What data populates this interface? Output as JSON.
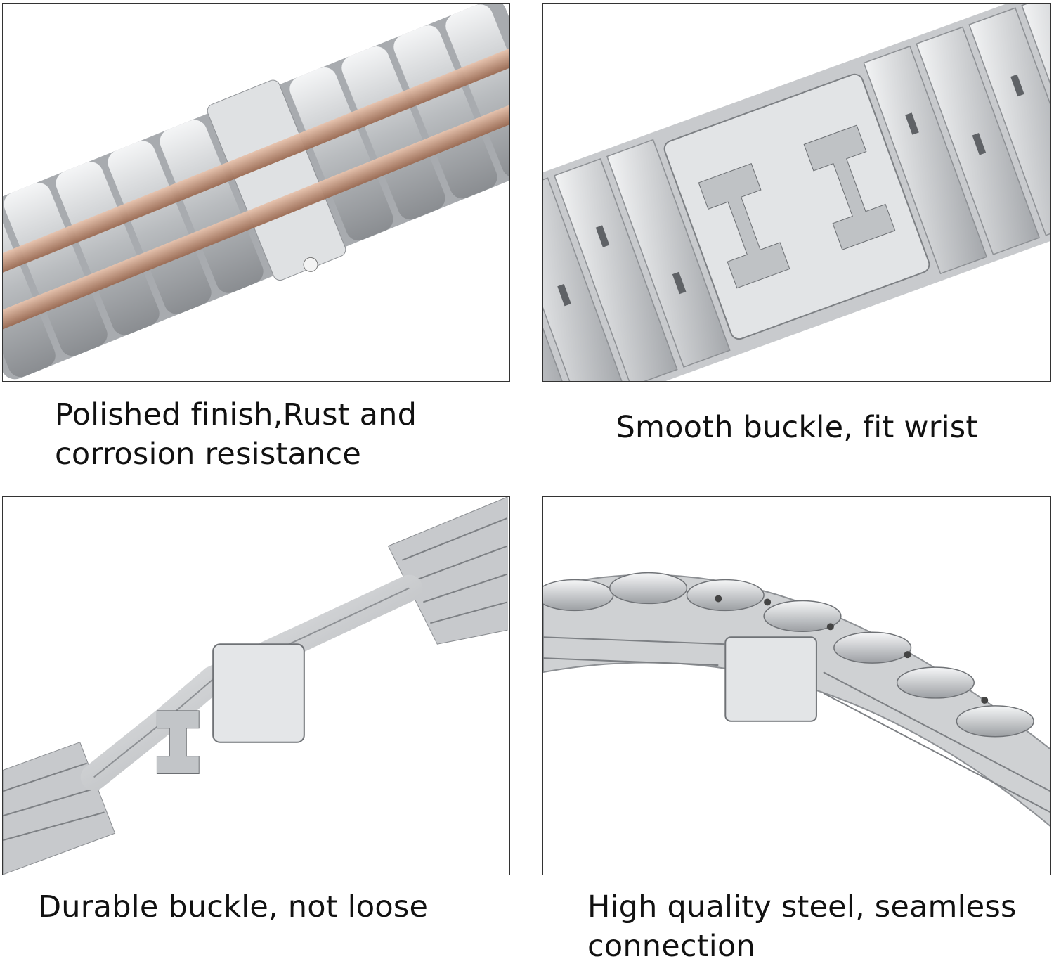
{
  "panels": [
    {
      "id": "polished-finish",
      "photo": "two-tone-bracelet-photo",
      "caption": "Polished finish,Rust and corrosion resistance"
    },
    {
      "id": "smooth-buckle",
      "photo": "butterfly-clasp-top-photo",
      "caption": "Smooth buckle, fit wrist"
    },
    {
      "id": "durable-buckle",
      "photo": "open-butterfly-clasp-photo",
      "caption": "Durable buckle, not loose"
    },
    {
      "id": "seamless-connection",
      "photo": "curved-bracelet-side-photo",
      "caption": "High quality steel, seamless connection"
    }
  ],
  "colors": {
    "silver": "#cfd1d3",
    "silver_dark": "#8d9094",
    "rose_gold": "#c9967a",
    "border": "#333333",
    "text": "#111111"
  }
}
